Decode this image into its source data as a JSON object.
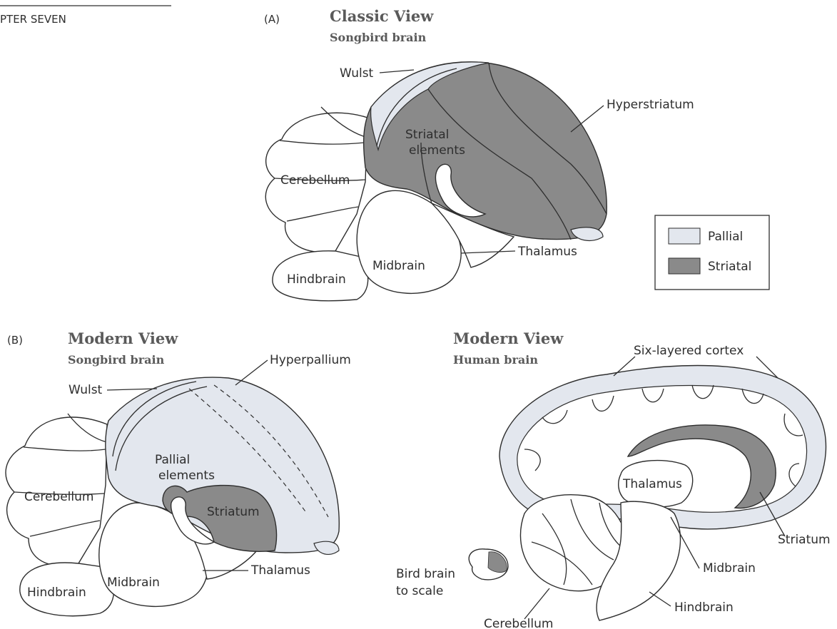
{
  "header": {
    "chapter": "PTER SEVEN"
  },
  "colors": {
    "pallial": "#e3e7ee",
    "striatal": "#8a8a8a",
    "outline": "#2e2e2e",
    "title": "#5a5a5a"
  },
  "panel_a": {
    "letter": "(A)",
    "title": "Classic View",
    "subtitle": "Songbird brain",
    "labels": {
      "wulst": "Wulst",
      "hyperstriatum": "Hyperstriatum",
      "striatal_elements_1": "Striatal",
      "striatal_elements_2": "elements",
      "cerebellum": "Cerebellum",
      "thalamus": "Thalamus",
      "midbrain": "Midbrain",
      "hindbrain": "Hindbrain"
    },
    "legend": {
      "pallial": "Pallial",
      "striatal": "Striatal"
    }
  },
  "panel_b_bird": {
    "letter": "(B)",
    "title": "Modern View",
    "subtitle": "Songbird brain",
    "labels": {
      "hyperpallium": "Hyperpallium",
      "wulst": "Wulst",
      "pallial_elements_1": "Pallial",
      "pallial_elements_2": "elements",
      "cerebellum": "Cerebellum",
      "striatum": "Striatum",
      "thalamus": "Thalamus",
      "midbrain": "Midbrain",
      "hindbrain": "Hindbrain"
    }
  },
  "panel_b_human": {
    "title": "Modern View",
    "subtitle": "Human brain",
    "labels": {
      "cortex": "Six-layered cortex",
      "thalamus": "Thalamus",
      "striatum": "Striatum",
      "midbrain": "Midbrain",
      "hindbrain": "Hindbrain",
      "cerebellum": "Cerebellum",
      "bird_scale_1": "Bird brain",
      "bird_scale_2": "to scale"
    }
  }
}
